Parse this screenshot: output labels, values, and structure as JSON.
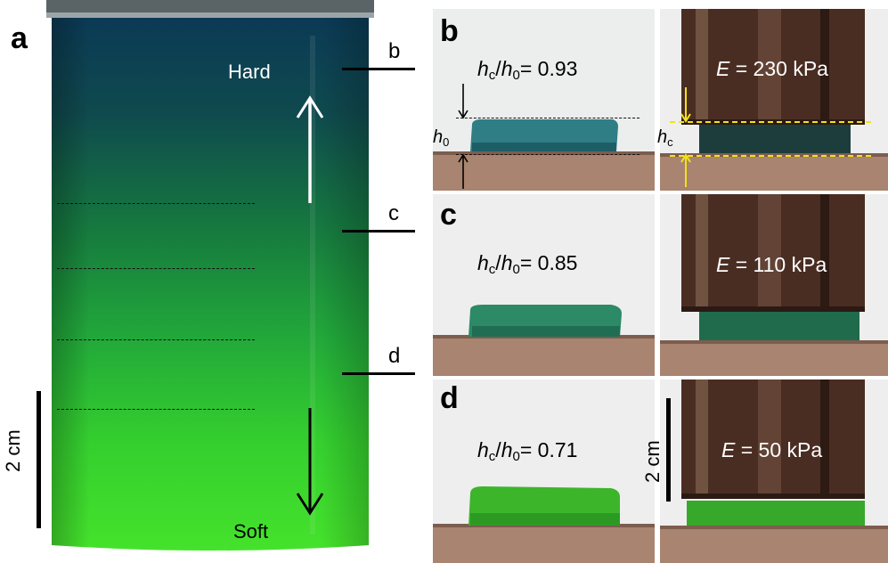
{
  "panels": {
    "a": {
      "letter": "a",
      "hard_label": "Hard",
      "soft_label": "Soft",
      "scale_label": "2 cm",
      "level_markers": [
        "b",
        "c",
        "d"
      ]
    },
    "b": {
      "letter": "b",
      "ratio_prefix": "h",
      "ratio_sub_c": "c",
      "ratio_sub_0": "0",
      "ratio_value": "= 0.93",
      "modulus_symbol": "E",
      "modulus_value": "= 230 kPa",
      "h0_label": "h",
      "h0_sub": "0",
      "hc_label": "h",
      "hc_sub": "c"
    },
    "c": {
      "letter": "c",
      "ratio_value": "= 0.85",
      "modulus_symbol": "E",
      "modulus_value": "= 110 kPa"
    },
    "d": {
      "letter": "d",
      "ratio_value": "= 0.71",
      "modulus_symbol": "E",
      "modulus_value": "= 50 kPa",
      "scale_label": "2 cm"
    }
  },
  "colors": {
    "gel_top": "#0c3c52",
    "gel_bottom": "#3cdc2c",
    "platform": "#a77f6c",
    "steel": "#4a2e24",
    "yellow_marker": "#f2e21a"
  },
  "icons": [
    "arrow-up-icon",
    "arrow-down-icon"
  ]
}
